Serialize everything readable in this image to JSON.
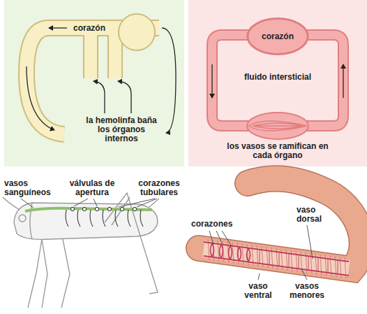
{
  "diagram": {
    "nodes": [
      {
        "text": [
          "corazón"
        ]
      }
    ],
    "labels": [
      "corazón",
      "la hemolinfa baña los órganos internos",
      "fluido intersticial",
      "los vasos se ramifican en cada órgano",
      "vasos sanguíneos",
      "válvulas de apertura",
      "corazones tubulares",
      "vaso dorsal",
      "corazones",
      "vaso ventral",
      "vasos menores"
    ]
  }
}
